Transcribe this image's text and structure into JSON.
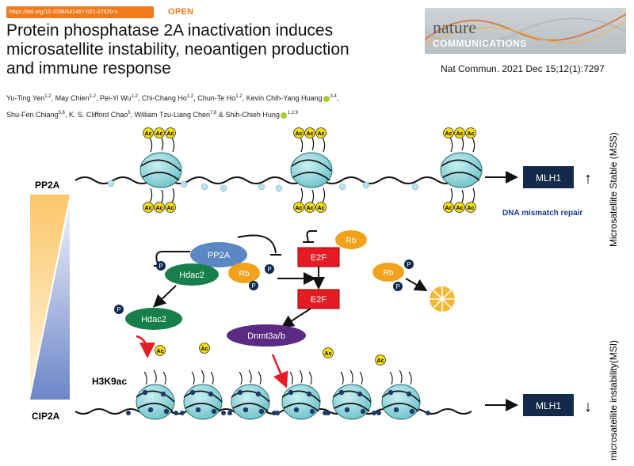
{
  "header": {
    "doi_bar": "https://doi.org/10.1038/s41467-021-27620-x",
    "open_label": "OPEN",
    "title_lines": [
      "Protein phosphatase 2A inactivation induces",
      "microsatellite instability, neoantigen production",
      "and immune response"
    ],
    "journal_logo_line1": "nature",
    "journal_logo_line2": "COMMUNICATIONS",
    "citation": "Nat Commun. 2021 Dec 15;12(1):7297"
  },
  "authors": {
    "line1": [
      {
        "name": "Yu-Ting Yen",
        "sup": "1,2"
      },
      {
        "name": "May Chien",
        "sup": "1,2"
      },
      {
        "name": "Pei-Yi Wu",
        "sup": "1,2"
      },
      {
        "name": "Chi-Chang Ho",
        "sup": "1,2"
      },
      {
        "name": "Chun-Te Ho",
        "sup": "1,2"
      },
      {
        "name": "Kevin Chih-Yang Huang",
        "sup": "3,4"
      }
    ],
    "line2": [
      {
        "name": "Shu-Fen Chiang",
        "sup": "5,6"
      },
      {
        "name": "K. S. Clifford Chao",
        "sup": "5"
      },
      {
        "name": "William Tzu-Liang Chen",
        "sup": "7,8"
      },
      {
        "name": "Shih-Chieh Hung",
        "sup": "1,2,9"
      }
    ]
  },
  "diagram": {
    "pp2a_side_label": "PP2A",
    "cip2a_side_label": "CIP2A",
    "mss_label": "Microsatellite Stable (MSS)",
    "msi_label": "microsatellite instability(MSI)",
    "mlh1_top": "MLH1",
    "mlh1_bottom": "MLH1",
    "dna_mismatch_repair": "DNA mismatch repair",
    "pp2a_node": "PP2A",
    "hdac2_node": "Hdac2",
    "rb_node": "Rb",
    "hdac2_free_node": "Hdac2",
    "rb_top_node": "Rb",
    "e2f_top": "E2F",
    "e2f_bottom": "E2F",
    "rb_free_node": "Rb",
    "dnmt_node": "Dnmt3a/b",
    "h3k9ac_label": "H3K9ac",
    "phospho_label": "P",
    "acetyl_label": "Ac",
    "arrow_up": "↑",
    "arrow_down": "↓",
    "colors": {
      "nucleosome": "#8ed3d8",
      "pp2a_blue": "#5b87c4",
      "hdac_green": "#17804a",
      "rb_orange": "#f2a31c",
      "e2f_red": "#e51c23",
      "dnmt_purple": "#5b2a83",
      "mlh1_navy": "#152a4a",
      "acetyl_yellow": "#f3dc10",
      "phospho_navy": "#0f2a4d",
      "gradient_yellow": "#fbc66a",
      "gradient_blue": "#6c86c8"
    }
  }
}
